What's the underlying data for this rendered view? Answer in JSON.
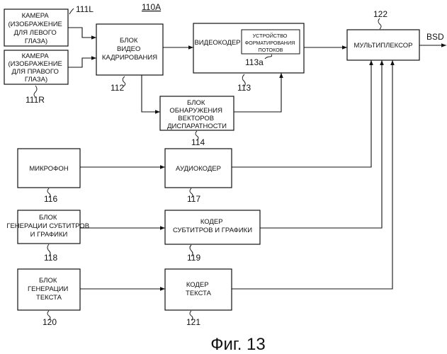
{
  "diagram_id": "110A",
  "blocks": {
    "camera_left": {
      "lines": [
        "КАМЕРА",
        "(ИЗОБРАЖЕНИЕ",
        "ДЛЯ ЛЕВОГО",
        "ГЛАЗА)"
      ],
      "ref": "111L"
    },
    "camera_right": {
      "lines": [
        "КАМЕРА",
        "(ИЗОБРАЖЕНИЕ",
        "ДЛЯ ПРАВОГО",
        "ГЛАЗА)"
      ],
      "ref": "111R"
    },
    "video_framing": {
      "lines": [
        "БЛОК",
        "ВИДЕО",
        "КАДРИРОВАНИЯ"
      ],
      "ref": "112"
    },
    "video_encoder": {
      "lines": [
        "ВИДЕОКОДЕР"
      ],
      "ref": "113"
    },
    "stream_formatter": {
      "lines": [
        "УСТРОЙСТВО",
        "ФОРМАТИРОВАНИЯ",
        "ПОТОКОВ"
      ],
      "ref": "113a"
    },
    "disparity_detector": {
      "lines": [
        "БЛОК",
        "ОБНАРУЖЕНИЯ",
        "ВЕКТОРОВ",
        "ДИСПАРАТНОСТИ"
      ],
      "ref": "114"
    },
    "multiplexer": {
      "lines": [
        "МУЛЬТИПЛЕКСОР"
      ],
      "ref": "122"
    },
    "microphone": {
      "lines": [
        "МИКРОФОН"
      ],
      "ref": "116"
    },
    "audio_encoder": {
      "lines": [
        "АУДИОКОДЕР"
      ],
      "ref": "117"
    },
    "subtitle_generator": {
      "lines": [
        "БЛОК",
        "ГЕНЕРАЦИИ СУБТИТРОВ",
        "И ГРАФИКИ"
      ],
      "ref": "118"
    },
    "subtitle_encoder": {
      "lines": [
        "КОДЕР",
        "СУБТИТРОВ И ГРАФИКИ"
      ],
      "ref": "119"
    },
    "text_generator": {
      "lines": [
        "БЛОК",
        "ГЕНЕРАЦИИ",
        "ТЕКСТА"
      ],
      "ref": "120"
    },
    "text_encoder": {
      "lines": [
        "КОДЕР",
        "ТЕКСТА"
      ],
      "ref": "121"
    }
  },
  "output_label": "BSD",
  "caption": "Фиг. 13"
}
